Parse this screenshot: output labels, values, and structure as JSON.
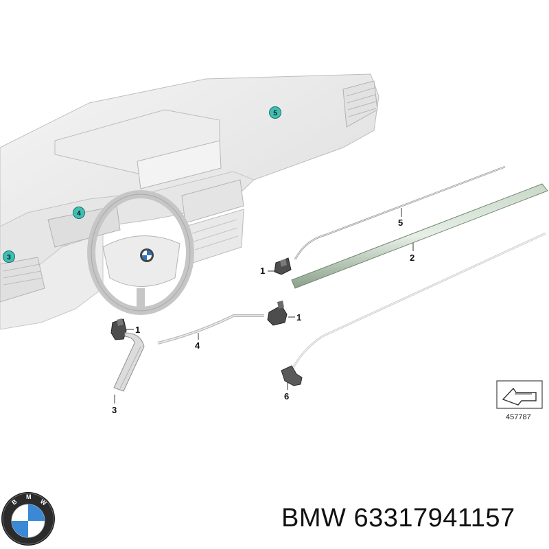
{
  "diagram": {
    "callouts": [
      {
        "id": "callout-1-top",
        "label": "1"
      },
      {
        "id": "callout-1-right",
        "label": "1"
      },
      {
        "id": "callout-1-left",
        "label": "1"
      },
      {
        "id": "callout-2",
        "label": "2"
      },
      {
        "id": "callout-3",
        "label": "3"
      },
      {
        "id": "callout-4",
        "label": "4"
      },
      {
        "id": "callout-5",
        "label": "5"
      },
      {
        "id": "callout-6",
        "label": "6"
      }
    ],
    "circled_markers": [
      {
        "id": "marker-5",
        "label": "5"
      },
      {
        "id": "marker-4",
        "label": "4"
      },
      {
        "id": "marker-3",
        "label": "3"
      }
    ],
    "reference_number": "457787",
    "accent_color": "#3fbfb3"
  },
  "caption": {
    "brand": "BMW",
    "part_number": "63317941157"
  },
  "logo": {
    "lettering": "BMW"
  }
}
